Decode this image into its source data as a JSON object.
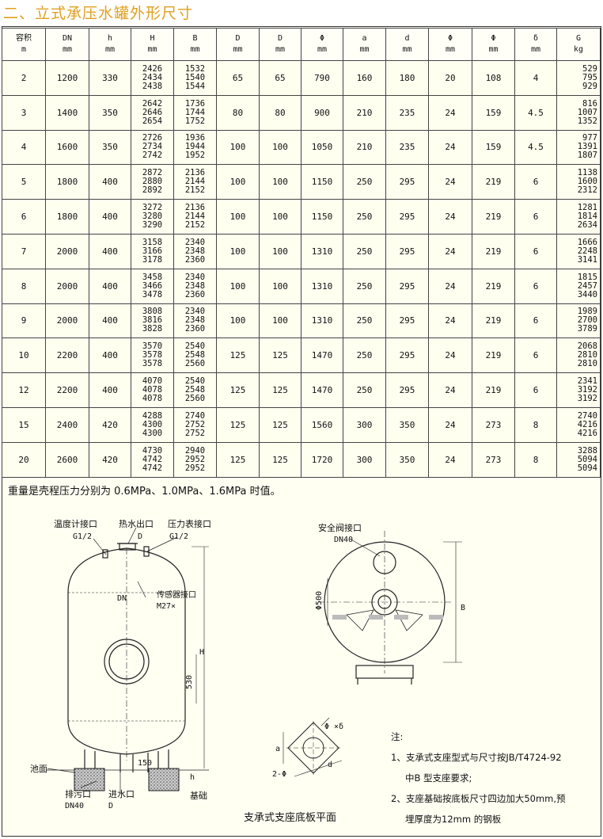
{
  "title": "二、立式承压水罐外形尺寸",
  "table": {
    "headers": [
      {
        "sym": "容积",
        "unit": "m"
      },
      {
        "sym": "DN",
        "unit": "mm"
      },
      {
        "sym": "h",
        "unit": "mm"
      },
      {
        "sym": "H",
        "unit": "mm"
      },
      {
        "sym": "B",
        "unit": "mm"
      },
      {
        "sym": "D",
        "unit": "mm"
      },
      {
        "sym": "D",
        "unit": "mm"
      },
      {
        "sym": "Φ",
        "unit": "mm"
      },
      {
        "sym": "a",
        "unit": "mm"
      },
      {
        "sym": "d",
        "unit": "mm"
      },
      {
        "sym": "Φ",
        "unit": "mm"
      },
      {
        "sym": "Φ",
        "unit": "mm"
      },
      {
        "sym": "δ",
        "unit": "mm"
      },
      {
        "sym": "G",
        "unit": "kg"
      }
    ],
    "rows": [
      {
        "v": "2",
        "dn": "1200",
        "h": "330",
        "H": [
          "2426",
          "2434",
          "2438"
        ],
        "B": [
          "1532",
          "1540",
          "1544"
        ],
        "d1": "65",
        "d2": "65",
        "phi": "790",
        "a": "160",
        "d": "180",
        "phi1": "20",
        "phi2": "108",
        "delta": "4",
        "G": [
          "529",
          "795",
          "929"
        ]
      },
      {
        "v": "3",
        "dn": "1400",
        "h": "350",
        "H": [
          "2642",
          "2646",
          "2654"
        ],
        "B": [
          "1736",
          "1744",
          "1752"
        ],
        "d1": "80",
        "d2": "80",
        "phi": "900",
        "a": "210",
        "d": "235",
        "phi1": "24",
        "phi2": "159",
        "delta": "4.5",
        "G": [
          "816",
          "1007",
          "1352"
        ]
      },
      {
        "v": "4",
        "dn": "1600",
        "h": "350",
        "H": [
          "2726",
          "2734",
          "2742"
        ],
        "B": [
          "1936",
          "1944",
          "1952"
        ],
        "d1": "100",
        "d2": "100",
        "phi": "1050",
        "a": "210",
        "d": "235",
        "phi1": "24",
        "phi2": "159",
        "delta": "4.5",
        "G": [
          "977",
          "1391",
          "1807"
        ]
      },
      {
        "v": "5",
        "dn": "1800",
        "h": "400",
        "H": [
          "2872",
          "2880",
          "2892"
        ],
        "B": [
          "2136",
          "2144",
          "2152"
        ],
        "d1": "100",
        "d2": "100",
        "phi": "1150",
        "a": "250",
        "d": "295",
        "phi1": "24",
        "phi2": "219",
        "delta": "6",
        "G": [
          "1138",
          "1600",
          "2312"
        ]
      },
      {
        "v": "6",
        "dn": "1800",
        "h": "400",
        "H": [
          "3272",
          "3280",
          "3290"
        ],
        "B": [
          "2136",
          "2144",
          "2152"
        ],
        "d1": "100",
        "d2": "100",
        "phi": "1150",
        "a": "250",
        "d": "295",
        "phi1": "24",
        "phi2": "219",
        "delta": "6",
        "G": [
          "1281",
          "1814",
          "2634"
        ]
      },
      {
        "v": "7",
        "dn": "2000",
        "h": "400",
        "H": [
          "3158",
          "3166",
          "3178"
        ],
        "B": [
          "2340",
          "2348",
          "2360"
        ],
        "d1": "100",
        "d2": "100",
        "phi": "1310",
        "a": "250",
        "d": "295",
        "phi1": "24",
        "phi2": "219",
        "delta": "6",
        "G": [
          "1666",
          "2248",
          "3141"
        ]
      },
      {
        "v": "8",
        "dn": "2000",
        "h": "400",
        "H": [
          "3458",
          "3466",
          "3478"
        ],
        "B": [
          "2340",
          "2348",
          "2360"
        ],
        "d1": "100",
        "d2": "100",
        "phi": "1310",
        "a": "250",
        "d": "295",
        "phi1": "24",
        "phi2": "219",
        "delta": "6",
        "G": [
          "1815",
          "2457",
          "3440"
        ]
      },
      {
        "v": "9",
        "dn": "2000",
        "h": "400",
        "H": [
          "3808",
          "3816",
          "3828"
        ],
        "B": [
          "2340",
          "2348",
          "2360"
        ],
        "d1": "100",
        "d2": "100",
        "phi": "1310",
        "a": "250",
        "d": "295",
        "phi1": "24",
        "phi2": "219",
        "delta": "6",
        "G": [
          "1989",
          "2700",
          "3789"
        ]
      },
      {
        "v": "10",
        "dn": "2200",
        "h": "400",
        "H": [
          "3570",
          "3578",
          "3578"
        ],
        "B": [
          "2540",
          "2548",
          "2560"
        ],
        "d1": "125",
        "d2": "125",
        "phi": "1470",
        "a": "250",
        "d": "295",
        "phi1": "24",
        "phi2": "219",
        "delta": "6",
        "G": [
          "2068",
          "2810",
          "2810"
        ]
      },
      {
        "v": "12",
        "dn": "2200",
        "h": "400",
        "H": [
          "4070",
          "4078",
          "4078"
        ],
        "B": [
          "2540",
          "2548",
          "2560"
        ],
        "d1": "125",
        "d2": "125",
        "phi": "1470",
        "a": "250",
        "d": "295",
        "phi1": "24",
        "phi2": "219",
        "delta": "6",
        "G": [
          "2341",
          "3192",
          "3192"
        ]
      },
      {
        "v": "15",
        "dn": "2400",
        "h": "420",
        "H": [
          "4288",
          "4300",
          "4300"
        ],
        "B": [
          "2740",
          "2752",
          "2752"
        ],
        "d1": "125",
        "d2": "125",
        "phi": "1560",
        "a": "300",
        "d": "350",
        "phi1": "24",
        "phi2": "273",
        "delta": "8",
        "G": [
          "2740",
          "4216",
          "4216"
        ]
      },
      {
        "v": "20",
        "dn": "2600",
        "h": "420",
        "H": [
          "4730",
          "4742",
          "4742"
        ],
        "B": [
          "2940",
          "2952",
          "2952"
        ],
        "d1": "125",
        "d2": "125",
        "phi": "1720",
        "a": "300",
        "d": "350",
        "phi1": "24",
        "phi2": "273",
        "delta": "8",
        "G": [
          "3288",
          "5094",
          "5094"
        ]
      }
    ]
  },
  "note": "重量是壳程压力分别为 0.6MPa、1.0MPa、1.6MPa 时值。",
  "drawing": {
    "labels": {
      "temp": "温度计接口",
      "g12a": "G1/2",
      "hot": "热水出口",
      "d_small": "D",
      "press": "压力表接口",
      "g12b": "G1/2",
      "dn": "DN",
      "sensor": "传感器接口",
      "m27": "M27×",
      "H": "H",
      "s530": "530",
      "pool": "池面",
      "drain": "排污口",
      "dn40a": "DN40",
      "inlet": "进水口",
      "d_in": "D",
      "base": "基础",
      "h": "h",
      "s150": "150",
      "safety": "安全阀接口",
      "dn40b": "DN40",
      "phi500": "Φ500",
      "B": "B",
      "phi_d": "Φ  ×δ",
      "two_phi": "2-Φ",
      "a": "a",
      "d": "d",
      "base_plan": "支承式支座底板平面",
      "notes_title": "注:",
      "note1a": "1、支承式支座型式与尺寸按JB/T4724-92",
      "note1b": "中B 型支座要求;",
      "note2a": "2、支座基础按底板尺寸四边加大50mm,预",
      "note2b": "埋厚度为12mm 的钢板"
    }
  }
}
